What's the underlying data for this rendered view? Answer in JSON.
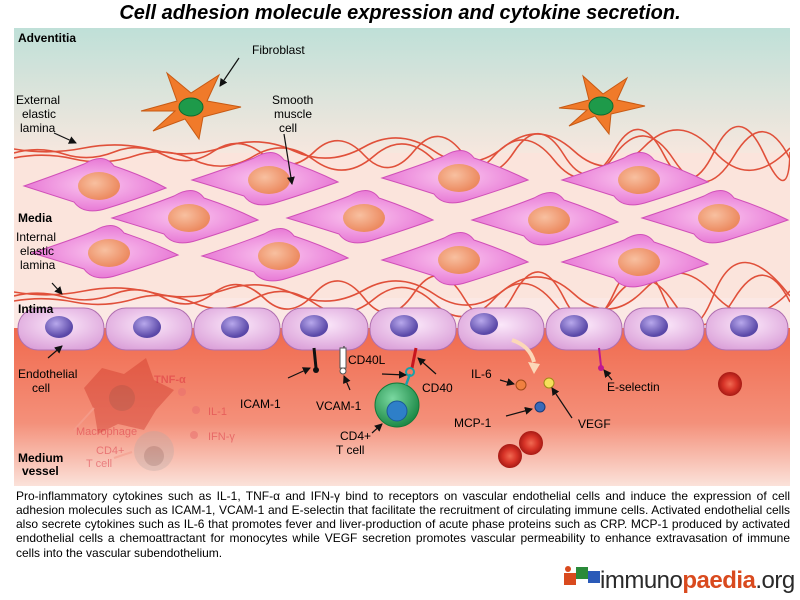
{
  "title": "Cell adhesion molecule expression and cytokine secretion.",
  "regions": {
    "adventitia": "Adventitia",
    "media": "Media",
    "intima": "Intima",
    "medium_vessel_line1": "Medium",
    "medium_vessel_line2": "vessel"
  },
  "labels": {
    "fibroblast": "Fibroblast",
    "smooth_muscle_line1": "Smooth",
    "smooth_muscle_line2": "muscle",
    "smooth_muscle_line3": "cell",
    "external_elastic_line1": "External",
    "external_elastic_line2": "elastic",
    "external_elastic_line3": "lamina",
    "internal_elastic_line1": "Internal",
    "internal_elastic_line2": "elastic",
    "internal_elastic_line3": "lamina",
    "endothelial_line1": "Endothelial",
    "endothelial_line2": "cell",
    "icam1": "ICAM-1",
    "vcam1": "VCAM-1",
    "cd40l": "CD40L",
    "cd40": "CD40",
    "cd4_tcell_line1": "CD4+",
    "cd4_tcell_line2": "T cell",
    "il6": "IL-6",
    "mcp1": "MCP-1",
    "vegf": "VEGF",
    "eselectin": "E-selectin",
    "tnf_alpha": "TNF-α",
    "il1": "IL-1",
    "ifn_gamma": "IFN-γ",
    "macrophage": "Macrophage",
    "faded_cd4_line1": "CD4+",
    "faded_cd4_line2": "T cell"
  },
  "caption": "Pro-inflammatory cytokines such as IL-1, TNF-α and IFN-γ bind to receptors on vascular endothelial cells and induce the expression of cell adhesion molecules such as ICAM-1, VCAM-1 and E-selectin that facilitate the recruitment of circulating immune cells. Activated endothelial cells also secrete cytokines such as IL-6 that promotes fever and liver-production of acute phase proteins such as CRP. MCP-1 produced by activated endothelial cells a chemoattractant for monocytes while VEGF secretion promotes vascular permeability to enhance extravasation of immune cells into the vascular subendothelium.",
  "logo": {
    "part1": "immuno",
    "part2": "paedia",
    "part3": ".org"
  },
  "colors": {
    "adventitia_top": "#bfe0d8",
    "media_bg": "#fbe3dc",
    "smooth_muscle": "#ee7fdc",
    "smooth_muscle_nucleus": "#f2a07a",
    "fibroblast": "#f07a2a",
    "fibroblast_nucleus": "#1e9a4a",
    "endothelial": "#e8b8e6",
    "endothelial_nucleus": "#7a68c0",
    "lumen": "#f06a4e",
    "tcell": "#2ea860",
    "tcell_nucleus": "#2e7fc8",
    "red_blood_cell": "#c8281e",
    "logo_accent": "#d94a1e"
  }
}
